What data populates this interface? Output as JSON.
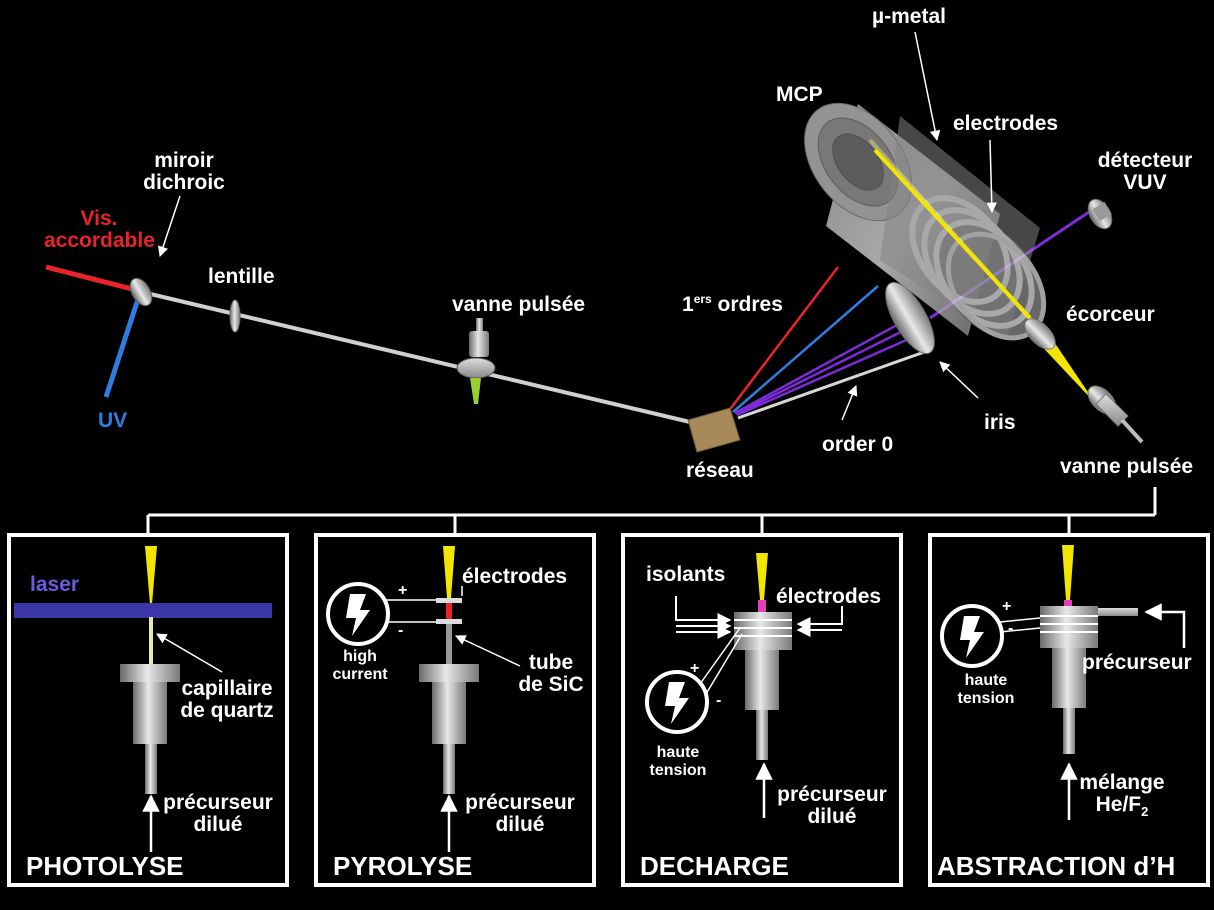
{
  "colors": {
    "background": "#000000",
    "visible_beam": "#e8242a",
    "uv_beam": "#2f7de0",
    "vuv_beam": "#7b2bd8",
    "molecular_beam": "#f2e600",
    "grating": "#a8895a",
    "laser": "#3a36a8"
  },
  "top": {
    "vis_line1": "Vis.",
    "vis_line2": "accordable",
    "uv": "UV",
    "miroir_line1": "miroir",
    "miroir_line2": "dichroic",
    "lentille": "lentille",
    "vanne_pulsee_left": "vanne pulsée",
    "premiers_ordres_base": "1",
    "premiers_ordres_sup": "ers",
    "premiers_ordres_rest": " ordres",
    "reseau": "réseau",
    "order0": "order 0",
    "iris": "iris",
    "mu_metal": "µ-metal",
    "mcp": "MCP",
    "electrodes": "electrodes",
    "detecteur_line1": "détecteur",
    "detecteur_line2": "VUV",
    "ecorceur": "écorceur",
    "vanne_pulsee_right": "vanne pulsée"
  },
  "panels": [
    {
      "title": "PHOTOLYSE",
      "laser": "laser",
      "capillaire_line1": "capillaire",
      "capillaire_line2": "de quartz",
      "precurseur_line1": "précurseur",
      "precurseur_line2": "dilué"
    },
    {
      "title": "PYROLYSE",
      "electrodes": "électrodes",
      "tube_line1": "tube",
      "tube_line2": "de SiC",
      "power_line1": "high",
      "power_line2": "current",
      "plus": "+",
      "minus": "-",
      "precurseur_line1": "précurseur",
      "precurseur_line2": "dilué"
    },
    {
      "title": "DECHARGE",
      "isolants": "isolants",
      "electrodes": "électrodes",
      "power_line1": "haute",
      "power_line2": "tension",
      "plus": "+",
      "minus": "-",
      "precurseur_line1": "précurseur",
      "precurseur_line2": "dilué"
    },
    {
      "title": "ABSTRACTION d’H",
      "precurseur": "précurseur",
      "power_line1": "haute",
      "power_line2": "tension",
      "plus": "+",
      "minus": "-",
      "melange_line1": "mélange",
      "melange_line2_base": "He/F",
      "melange_line2_sub": "2"
    }
  ]
}
